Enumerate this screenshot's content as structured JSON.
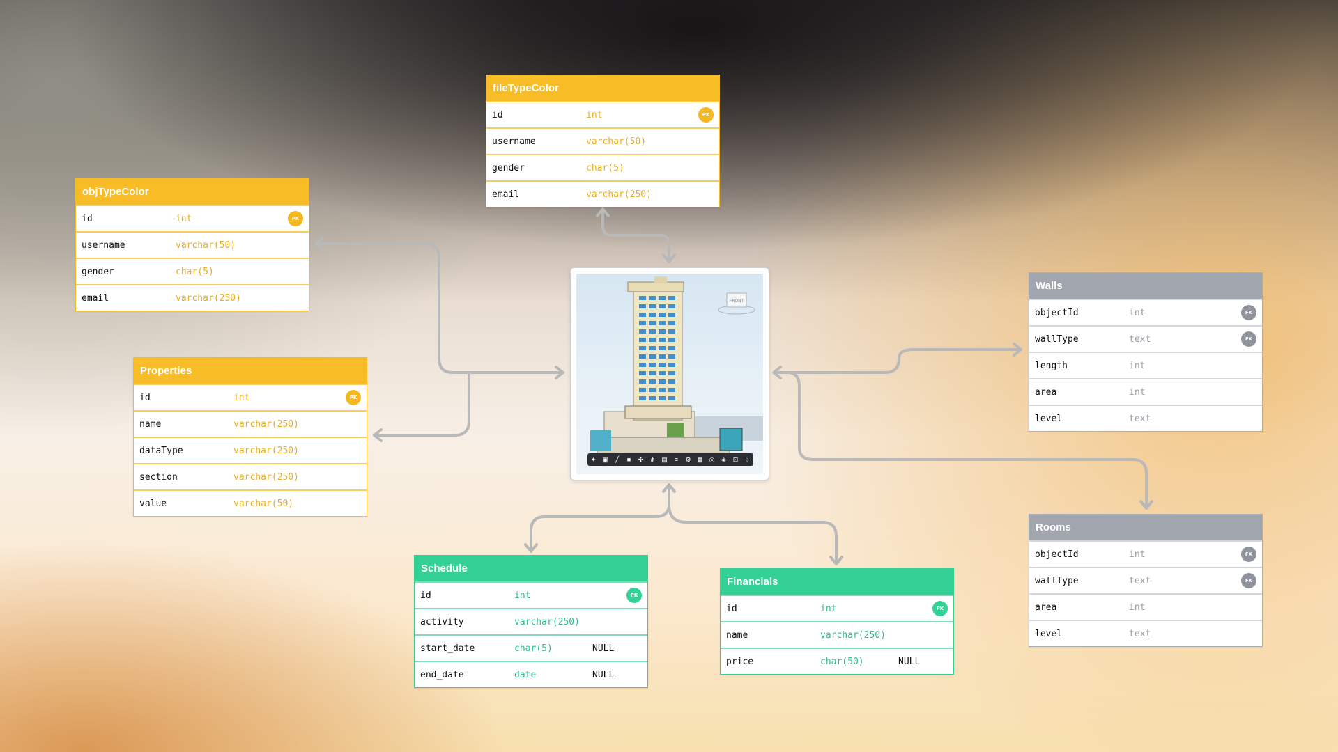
{
  "colors": {
    "yellow_header": "#f8bd26",
    "green_header": "#33d196",
    "gray_header": "#a0a5ae",
    "connector": "#b9b9b9"
  },
  "tables": {
    "fileTypeColor": {
      "title": "fileTypeColor",
      "rows": [
        {
          "name": "id",
          "type": "int",
          "key": "PK"
        },
        {
          "name": "username",
          "type": "varchar(50)"
        },
        {
          "name": "gender",
          "type": "char(5)"
        },
        {
          "name": "email",
          "type": "varchar(250)"
        }
      ]
    },
    "objTypeColor": {
      "title": "objTypeColor",
      "rows": [
        {
          "name": "id",
          "type": "int",
          "key": "PK"
        },
        {
          "name": "username",
          "type": "varchar(50)"
        },
        {
          "name": "gender",
          "type": "char(5)"
        },
        {
          "name": "email",
          "type": "varchar(250)"
        }
      ]
    },
    "Properties": {
      "title": "Properties",
      "rows": [
        {
          "name": "id",
          "type": "int",
          "key": "PK"
        },
        {
          "name": "name",
          "type": "varchar(250)"
        },
        {
          "name": "dataType",
          "type": "varchar(250)"
        },
        {
          "name": "section",
          "type": "varchar(250)"
        },
        {
          "name": "value",
          "type": "varchar(50)"
        }
      ]
    },
    "Walls": {
      "title": "Walls",
      "rows": [
        {
          "name": "objectId",
          "type": "int",
          "key": "FK"
        },
        {
          "name": "wallType",
          "type": "text",
          "key": "FK"
        },
        {
          "name": "length",
          "type": "int"
        },
        {
          "name": "area",
          "type": "int"
        },
        {
          "name": "level",
          "type": "text"
        }
      ]
    },
    "Rooms": {
      "title": "Rooms",
      "rows": [
        {
          "name": "objectId",
          "type": "int",
          "key": "FK"
        },
        {
          "name": "wallType",
          "type": "text",
          "key": "FK"
        },
        {
          "name": "area",
          "type": "int"
        },
        {
          "name": "level",
          "type": "text"
        }
      ]
    },
    "Schedule": {
      "title": "Schedule",
      "rows": [
        {
          "name": "id",
          "type": "int",
          "key": "PK"
        },
        {
          "name": "activity",
          "type": "varchar(250)"
        },
        {
          "name": "start_date",
          "type": "char(5)",
          "null": "NULL"
        },
        {
          "name": "end_date",
          "type": "date",
          "null": "NULL"
        }
      ]
    },
    "Financials": {
      "title": "Financials",
      "rows": [
        {
          "name": "id",
          "type": "int",
          "key": "PK"
        },
        {
          "name": "name",
          "type": "varchar(250)"
        },
        {
          "name": "price",
          "type": "char(50)",
          "null": "NULL"
        }
      ]
    }
  },
  "viewer": {
    "cube_label": "FRONT",
    "toolbar_icons": [
      "walk-icon",
      "camera-icon",
      "measure-icon",
      "section-icon",
      "explode-icon",
      "tree-icon",
      "model-icon",
      "properties-icon",
      "settings-icon",
      "layers-icon",
      "orbit-icon",
      "pan-icon",
      "fit-icon",
      "reset-icon"
    ]
  }
}
